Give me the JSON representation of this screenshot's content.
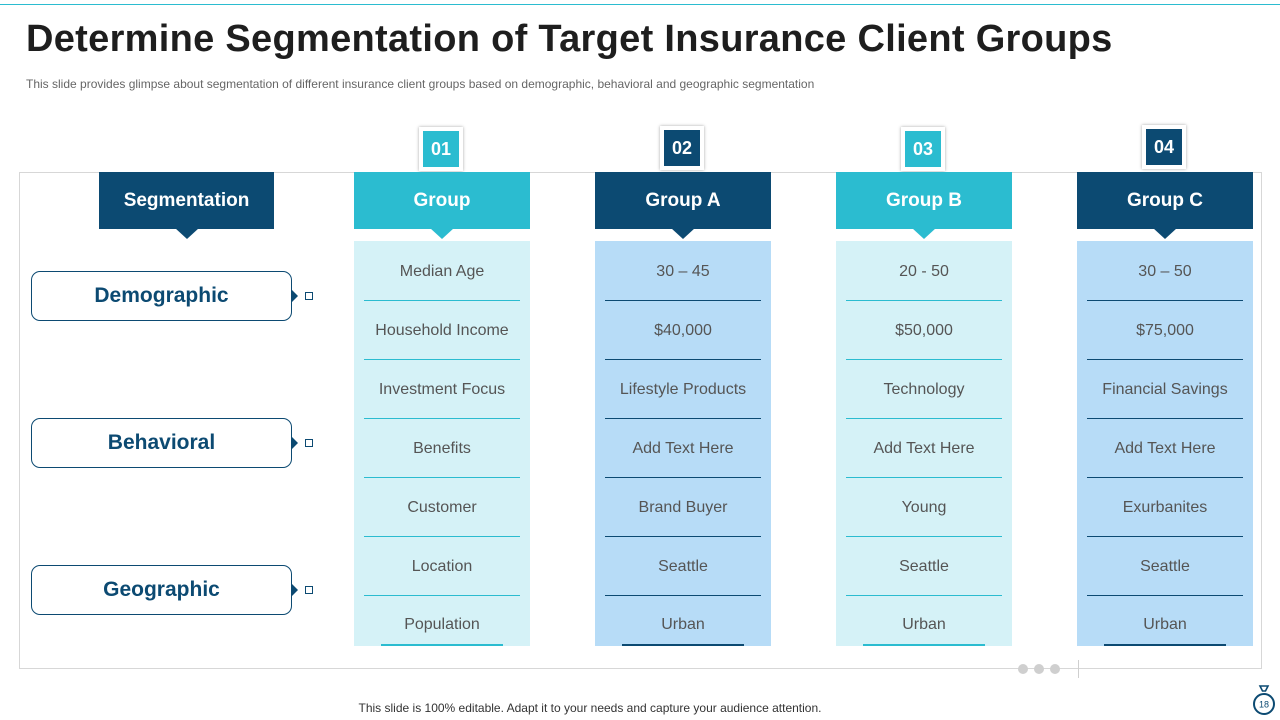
{
  "slide": {
    "title": "Determine Segmentation  of Target Insurance Client Groups",
    "subtitle": "This slide provides glimpse about segmentation of different insurance client groups based on demographic, behavioral and geographic segmentation",
    "footer": "This slide is 100% editable. Adapt it to your  needs and capture your audience attention.",
    "page_number": "18"
  },
  "segmentation_header": "Segmentation",
  "segments": [
    "Demographic",
    "Behavioral",
    "Geographic"
  ],
  "columns": [
    {
      "number": "01",
      "header": "Group",
      "cells": [
        "Median Age",
        "Household Income",
        "Investment Focus",
        "Benefits",
        "Customer",
        "Location",
        "Population"
      ]
    },
    {
      "number": "02",
      "header": "Group A",
      "cells": [
        "30 – 45",
        "$40,000",
        "Lifestyle Products",
        "Add Text Here",
        "Brand Buyer",
        "Seattle",
        "Urban"
      ]
    },
    {
      "number": "03",
      "header": "Group B",
      "cells": [
        "20 - 50",
        "$50,000",
        "Technology",
        "Add Text Here",
        "Young",
        "Seattle",
        "Urban"
      ]
    },
    {
      "number": "04",
      "header": "Group C",
      "cells": [
        "30 – 50",
        "$75,000",
        "Financial Savings",
        "Add Text Here",
        "Exurbanites",
        "Seattle",
        "Urban"
      ]
    }
  ],
  "colors": {
    "dark": "#0c4a72",
    "teal": "#2bbcd0",
    "light_teal": "#d5f2f7",
    "light_blue": "#b7dcf7"
  },
  "icons": {
    "page_badge": "money-bag-icon"
  }
}
